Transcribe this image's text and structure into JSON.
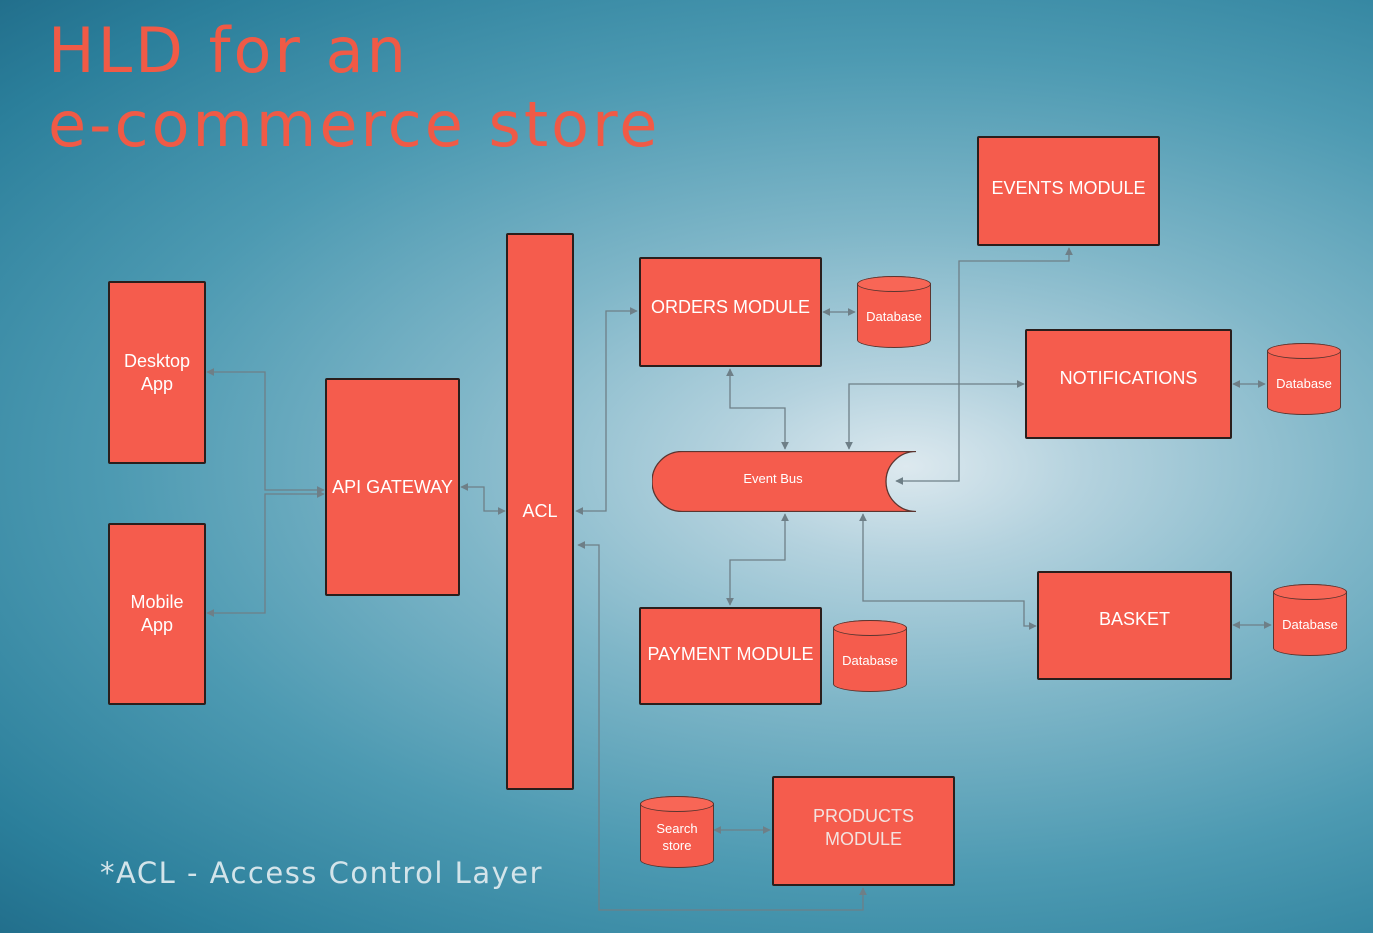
{
  "title": {
    "line1": "HLD for an",
    "line2": "e-commerce store"
  },
  "footnote": "*ACL - Access Control Layer",
  "nodes": {
    "desktop_app": "Desktop\nApp",
    "mobile_app": "Mobile\nApp",
    "api_gateway": "API GATEWAY",
    "acl": "ACL",
    "orders_module": "ORDERS MODULE",
    "payment_module": "PAYMENT MODULE",
    "events_module": "EVENTS MODULE",
    "notifications": "NOTIFICATIONS",
    "basket": "BASKET",
    "products_module": "PRODUCTS\nMODULE",
    "event_bus": "Event Bus"
  },
  "databases": {
    "orders_db": "Database",
    "notifications_db": "Database",
    "payment_db": "Database",
    "basket_db": "Database",
    "search_store": "Search\nstore"
  },
  "colors": {
    "title": "#f05a46",
    "box_fill": "#f55c4d",
    "box_border": "#2a1e1c",
    "connector": "#6e7f87",
    "footnote": "#d3e4ea"
  }
}
